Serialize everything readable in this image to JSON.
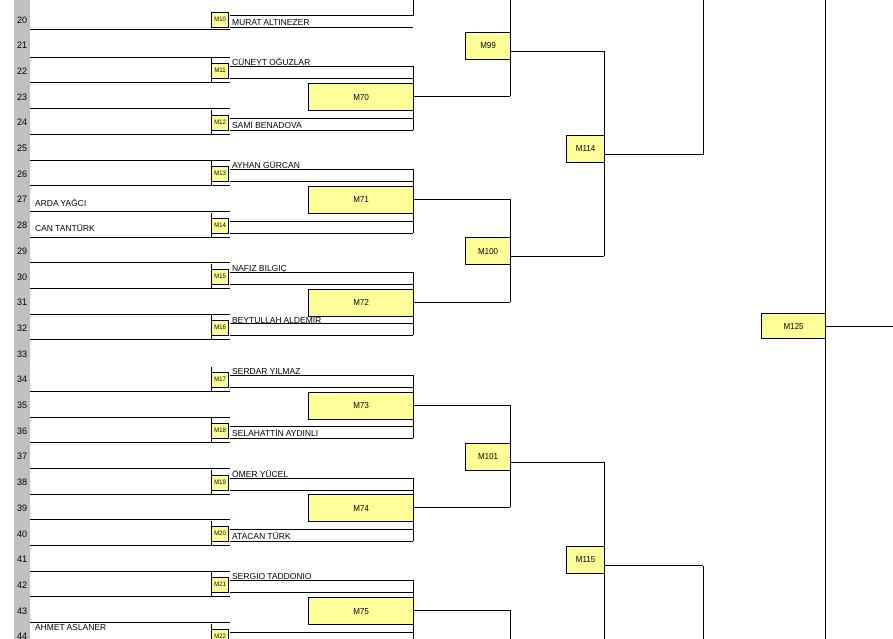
{
  "rows": [
    "20",
    "21",
    "22",
    "23",
    "24",
    "25",
    "26",
    "27",
    "28",
    "29",
    "30",
    "31",
    "32",
    "33",
    "34",
    "35",
    "36",
    "37",
    "38",
    "39",
    "40",
    "41",
    "42",
    "43",
    "44"
  ],
  "seeds": [
    "M10",
    "M11",
    "M12",
    "M13",
    "M14",
    "M15",
    "M16",
    "M17",
    "M18",
    "M19",
    "M20",
    "M21",
    "M22"
  ],
  "r2": [
    "M70",
    "M71",
    "M72",
    "M73",
    "M74",
    "M75"
  ],
  "r3": [
    "M99",
    "M100",
    "M101"
  ],
  "r4": [
    "M114",
    "M115"
  ],
  "r5": [
    "M125"
  ],
  "names": {
    "n10": "MURAT ALTINEZER",
    "n11": "CÜNEYT OĞUZLAR",
    "n12": "SAMİ BENADOVA",
    "n13": "AYHAN GÜRCAN",
    "n14a": "ARDA YAĞCI",
    "n14b": "CAN TANTÜRK",
    "n15": "NAFIZ BILGIÇ",
    "n16": "BEYTULLAH ALDEMİR",
    "n17": "SERDAR YILMAZ",
    "n18": "SELAHATTİN AYDINLI",
    "n19": "ÖMER YÜCEL",
    "n20": "ATACAN TÜRK",
    "n21": "SERGIO TADDONIO",
    "n22": "AHMET ASLANER"
  }
}
